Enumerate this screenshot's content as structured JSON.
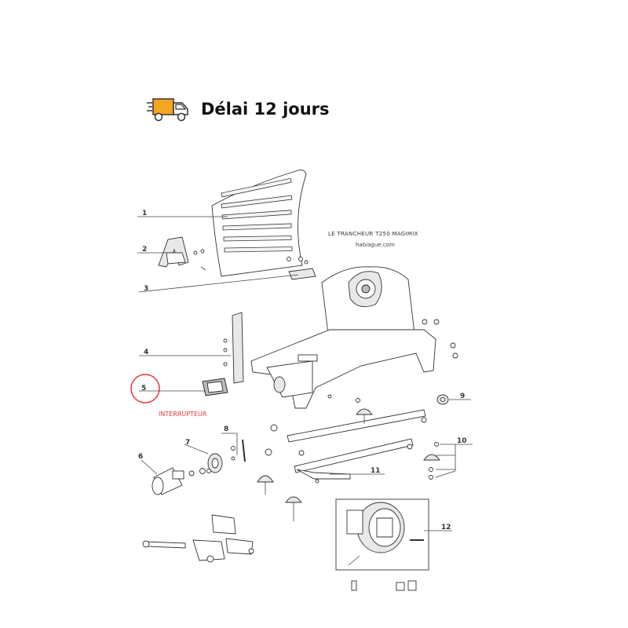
{
  "banner": {
    "icon": "delivery-truck-icon",
    "text": "Délai 12 jours",
    "truck_color": "#f5a623"
  },
  "diagram": {
    "title": "LE TRANCHEUR T250 MAGIMIX",
    "subtitle": "habiague.com",
    "highlight_label": "INTERRUPTEUR",
    "highlight_color": "#e03a3a",
    "part_numbers": [
      "1",
      "2",
      "3",
      "4",
      "5",
      "6",
      "7",
      "8",
      "9",
      "10",
      "11",
      "12"
    ]
  }
}
